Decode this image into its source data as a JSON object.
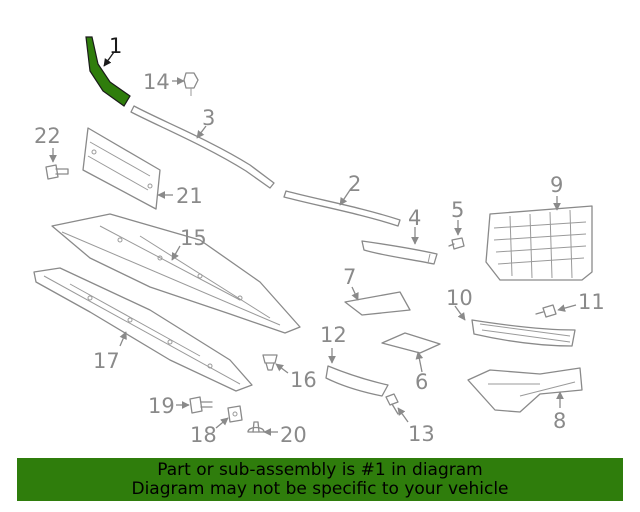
{
  "highlight_color": "#2f7d0c",
  "callouts": {
    "c1": "1",
    "c2": "2",
    "c3": "3",
    "c4": "4",
    "c5": "5",
    "c6": "6",
    "c7": "7",
    "c8": "8",
    "c9": "9",
    "c10": "10",
    "c11": "11",
    "c12": "12",
    "c13": "13",
    "c14": "14",
    "c15": "15",
    "c16": "16",
    "c17": "17",
    "c18": "18",
    "c19": "19",
    "c20": "20",
    "c21": "21",
    "c22": "22"
  },
  "footer": {
    "line1": "Part or sub-assembly is #1 in diagram",
    "line2": "Diagram may not be specific to your vehicle"
  }
}
